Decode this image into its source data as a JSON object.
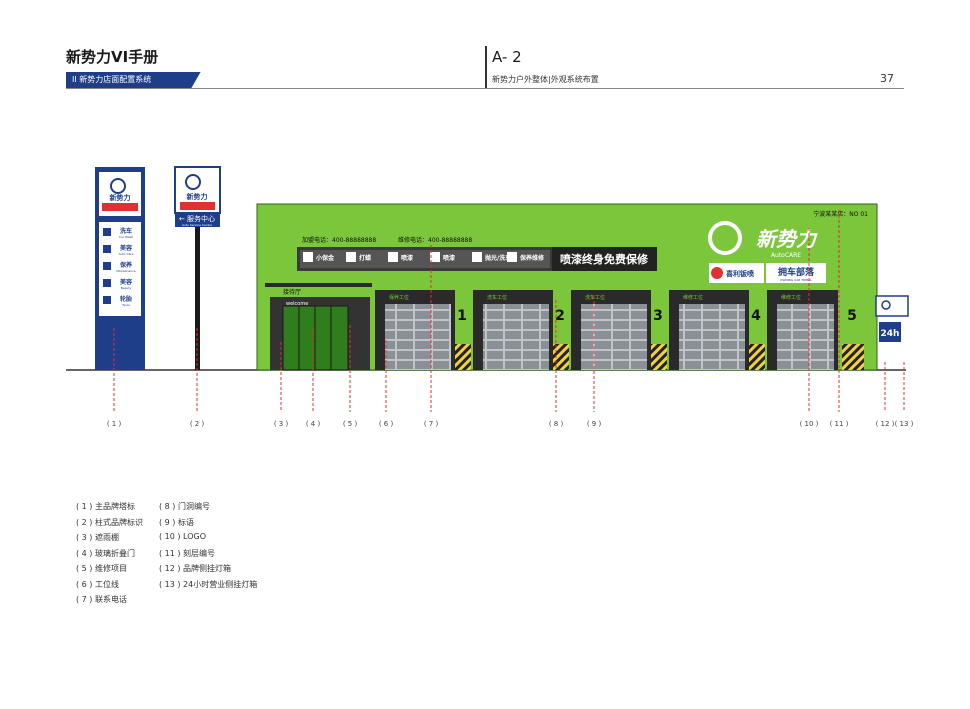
{
  "header": {
    "title": "新势力VI手册",
    "section": "II 新势力店面配置系统",
    "code": "A- 2",
    "subtitle": "新势力户外整体|外观系统布置",
    "page_number": "37"
  },
  "colors": {
    "green": "#7bc63a",
    "dark_green": "#3b8a1a",
    "navy": "#1f3e8a",
    "dark": "#3a3a3a",
    "red": "#e03030"
  },
  "pylon": {
    "brand": "新势力",
    "services": [
      {
        "cn": "洗车",
        "en": "Car Wash"
      },
      {
        "cn": "美容",
        "en": "Auto Care"
      },
      {
        "cn": "保养",
        "en": "Maintenance"
      },
      {
        "cn": "美容",
        "en": "Beauty"
      },
      {
        "cn": "轮胎",
        "en": "Tyres"
      }
    ]
  },
  "pole_sign": {
    "brand": "新势力",
    "direction": "← 服务中心",
    "direction_en": "Auto Service Center"
  },
  "facade": {
    "store_name": "宁波某某店：NO 01",
    "join_phone": "加盟电话：400-88888888",
    "repair_phone": "维修电话：400-88888888",
    "services": [
      {
        "label": "小保金",
        "icon": "wrench-icon"
      },
      {
        "label": "打蜡",
        "icon": "polish-icon"
      },
      {
        "label": "喷漆",
        "icon": "paint-icon"
      },
      {
        "label": "喷漆",
        "icon": "spray-icon"
      },
      {
        "label": "抛光/洗车",
        "icon": "car-wash-icon"
      },
      {
        "label": "保养维修",
        "icon": "engine-icon"
      }
    ],
    "slogan": "喷漆终身免费保修",
    "brand": "新势力",
    "brand_en": "AutoCARE",
    "partner_left": "喜利钣喷",
    "partner_right": "拥车部落",
    "partner_right_en": "OWNING CAR TRIBAL",
    "reception": "接待厅",
    "welcome": "welcome",
    "bays": [
      {
        "number": "1",
        "label": "保养工位"
      },
      {
        "number": "2",
        "label": "洗车工位"
      },
      {
        "number": "3",
        "label": "洗车工位"
      },
      {
        "number": "4",
        "label": "维修工位"
      },
      {
        "number": "5",
        "label": "维修工位"
      }
    ],
    "side_sign_24": "24h"
  },
  "callouts": [
    "( 1 )",
    "( 2 )",
    "( 3 )",
    "( 4 )",
    "( 5 )",
    "( 6 )",
    "( 7 )",
    "( 8 )",
    "( 9 )",
    "( 10 )",
    "( 11 )",
    "( 12 )",
    "( 13 )"
  ],
  "legend_left": [
    "( 1 ) 主品牌塔标",
    "( 2 ) 柱式品牌标识",
    "( 3 ) 遮雨棚",
    "( 4 ) 玻璃折叠门",
    "( 5 ) 维修项目",
    "( 6 ) 工位线",
    "( 7 ) 联系电话"
  ],
  "legend_right": [
    "( 8 ) 门洞编号",
    "( 9 ) 标语",
    "( 10 ) LOGO",
    "( 11 ) 刻层编号",
    "( 12 ) 品牌侧挂灯箱",
    "( 13 ) 24小时营业侧挂灯箱"
  ]
}
